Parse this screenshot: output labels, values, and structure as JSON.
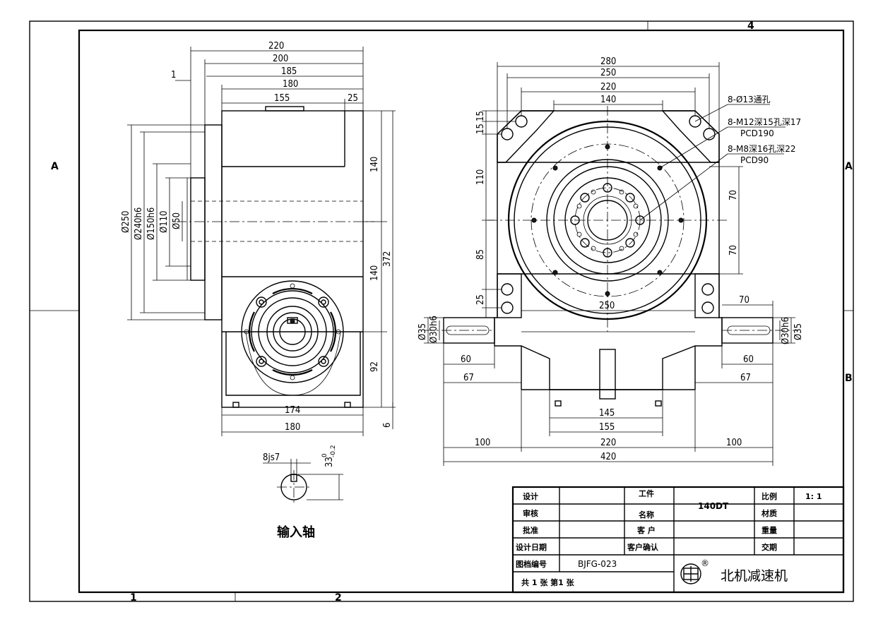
{
  "zones": {
    "top_4": "4",
    "left_A": "A",
    "right_A": "A",
    "right_B": "B",
    "bottom_1": "1",
    "bottom_2": "2"
  },
  "side_view": {
    "dim_220": "220",
    "dim_200": "200",
    "dim_185": "185",
    "dim_180_top": "180",
    "dim_155": "155",
    "dim_25": "25",
    "dim_1": "1",
    "dim_phi250": "Ø250",
    "dim_phi240": "Ø240h6",
    "dim_phi150": "Ø150h6",
    "dim_phi110": "Ø110",
    "dim_phi50": "Ø50",
    "dim_140a": "140",
    "dim_140b": "140",
    "dim_372": "372",
    "dim_92": "92",
    "dim_6": "6",
    "dim_174": "174",
    "dim_180_bot": "180"
  },
  "front_view": {
    "dim_280": "280",
    "dim_250_top": "250",
    "dim_220_top": "220",
    "dim_140": "140",
    "dim_15a": "15",
    "dim_15b": "15",
    "dim_110": "110",
    "dim_85": "85",
    "dim_25": "25",
    "dim_70a": "70",
    "dim_70b": "70",
    "dim_250_inner": "250",
    "dim_70_shaft": "70",
    "dim_phi35_l": "Ø35",
    "dim_phi30_l": "Ø30h6",
    "dim_phi30_r": "Ø30h6",
    "dim_phi35_r": "Ø35",
    "dim_60_l": "60",
    "dim_67_l": "67",
    "dim_60_r": "60",
    "dim_67_r": "67",
    "dim_145": "145",
    "dim_155": "155",
    "dim_100_l": "100",
    "dim_220_bot": "220",
    "dim_100_r": "100",
    "dim_420": "420",
    "note1": "8-Ø13通孔",
    "note2": "8-M12深15孔深17",
    "note2b": "PCD190",
    "note3": "8-M8深16孔深22",
    "note3b": "PCD90"
  },
  "key_detail": {
    "dim_8js7": "8js7",
    "dim_33": "33",
    "tol_33": "0",
    "tol_33b": "-0.2",
    "caption": "输入轴"
  },
  "title_block": {
    "design": "设计",
    "review": "审核",
    "approve": "批准",
    "design_date": "设计日期",
    "drawing_no_label": "图档编号",
    "drawing_no": "BJFG-023",
    "sheets": "共 1 张 第1 张",
    "part_label1": "工件",
    "part_label2": "名称",
    "part_name": "140DT",
    "customer": "客 户",
    "customer_confirm": "客户确认",
    "scale_label": "比例",
    "scale_value": "1: 1",
    "material": "材质",
    "weight": "重量",
    "delivery": "交期",
    "company": "北机减速机",
    "registered": "®"
  }
}
